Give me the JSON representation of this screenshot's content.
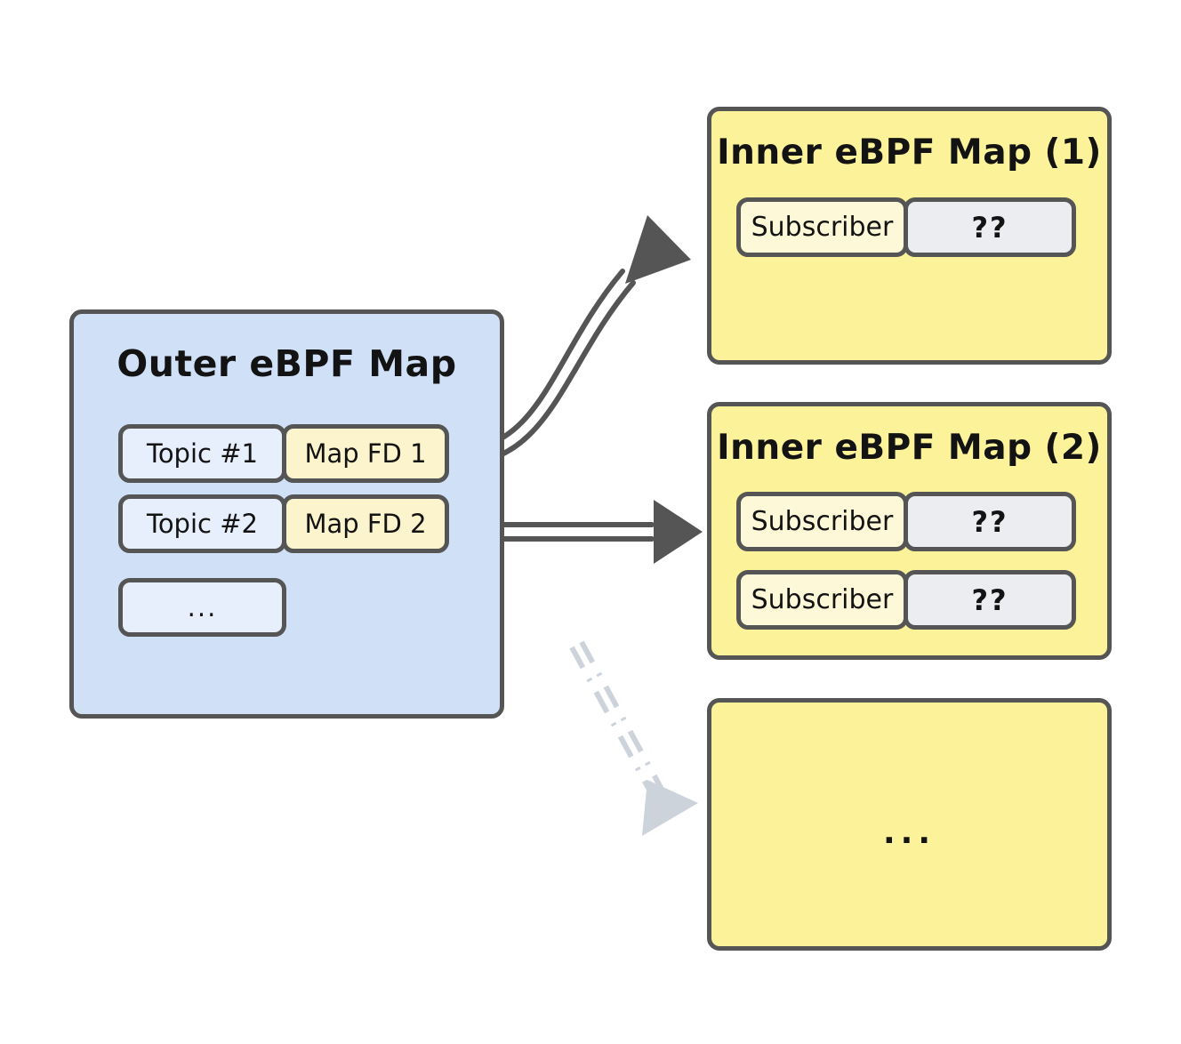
{
  "diagram": {
    "title_semantic": "ebpf-map-of-maps-topic-subscriber-diagram",
    "background_color": "#ffffff"
  },
  "colors": {
    "outer_map_fill": "#cfe0f7",
    "inner_map_fill": "#fbf29a",
    "key_cell_fill": "#e7eefc",
    "fd_cell_fill": "#fcf4cd",
    "subscriber_cell_fill": "#fdf8d7",
    "value_cell_fill": "#ecedf0",
    "stroke": "#555555",
    "arrow_solid": "#555555",
    "arrow_dashed": "#ccd3da",
    "text": "#131313"
  },
  "outer_map": {
    "title": "Outer eBPF Map",
    "rows": [
      {
        "key": "Topic #1",
        "value": "Map FD 1"
      },
      {
        "key": "Topic #2",
        "value": "Map FD 2"
      }
    ],
    "ellipsis_row": "..."
  },
  "inner_maps": [
    {
      "title": "Inner eBPF Map (1)",
      "rows": [
        {
          "key": "Subscriber",
          "value": "??"
        }
      ]
    },
    {
      "title": "Inner eBPF Map (2)",
      "rows": [
        {
          "key": "Subscriber",
          "value": "??"
        },
        {
          "key": "Subscriber",
          "value": "??"
        }
      ]
    },
    {
      "title": "",
      "rows": [],
      "placeholder": "..."
    }
  ],
  "arrows": [
    {
      "name": "map-fd-1-to-inner-map-1",
      "style": "solid-double-line",
      "from": "Map FD 1",
      "to": "Inner eBPF Map (1)"
    },
    {
      "name": "map-fd-2-to-inner-map-2",
      "style": "solid-double-line",
      "from": "Map FD 2",
      "to": "Inner eBPF Map (2)"
    },
    {
      "name": "ellipsis-to-inner-map-3",
      "style": "dash-dot-double-line",
      "from": "...",
      "to": "..."
    }
  ]
}
